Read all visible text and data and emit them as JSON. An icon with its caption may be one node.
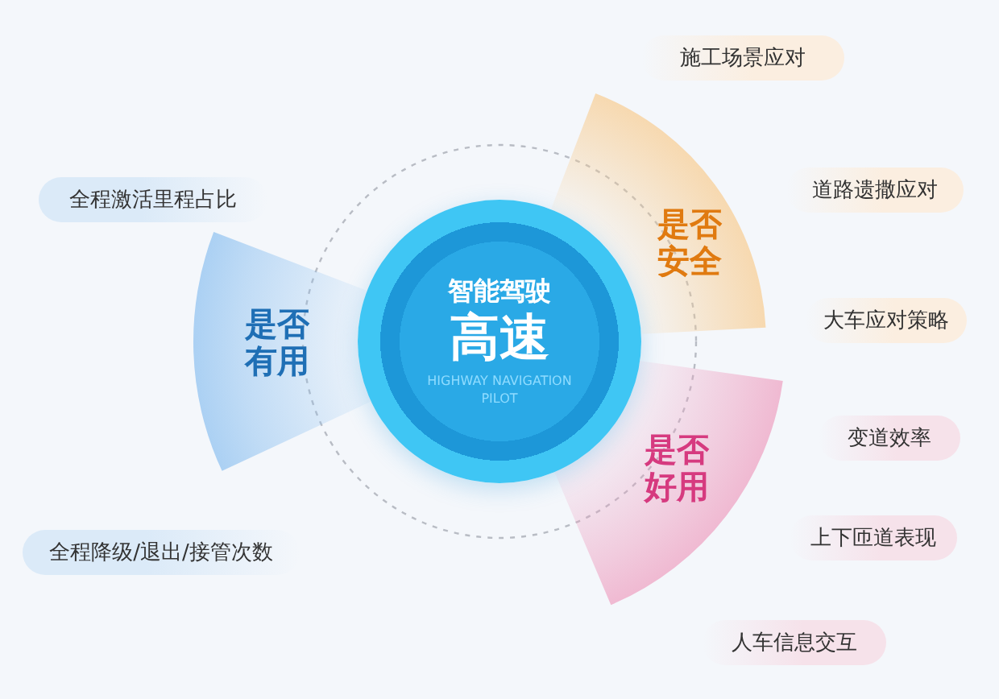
{
  "diagram": {
    "nodes": [
      {
        "text": [
          "智能驾驶",
          "高速",
          "HIGHWAY NAVIGATION PILOT"
        ]
      },
      {
        "text": [
          "是否有用"
        ]
      },
      {
        "text": [
          "是否安全"
        ]
      },
      {
        "text": [
          "是否好用"
        ]
      },
      {
        "text": [
          "施工场景应对"
        ]
      },
      {
        "text": [
          "道路遗撒应对"
        ]
      },
      {
        "text": [
          "全程激活里程占比"
        ]
      },
      {
        "text": [
          "大车应对策略"
        ]
      },
      {
        "text": [
          "变道效率"
        ]
      },
      {
        "text": [
          "上下匝道表现"
        ]
      },
      {
        "text": [
          "全程降级/退出/接管次数"
        ]
      },
      {
        "text": [
          "人车信息交互"
        ]
      }
    ]
  }
}
